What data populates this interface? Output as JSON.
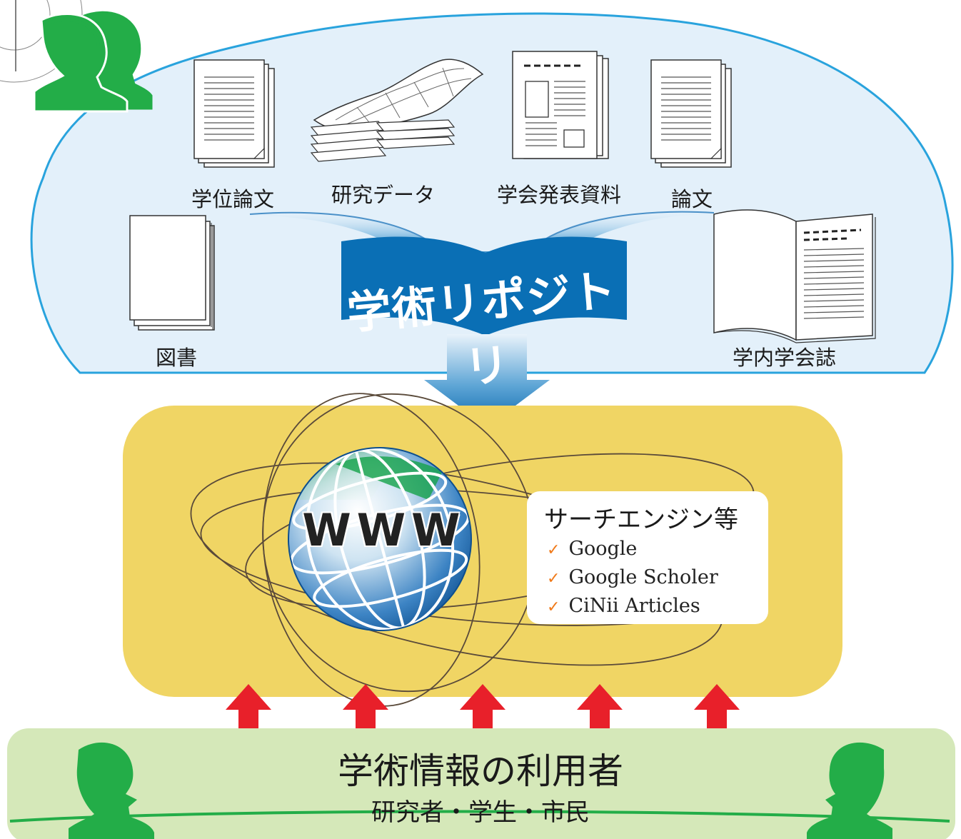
{
  "repository": {
    "title": "学術リポジトリ",
    "items": [
      {
        "label": "学位論文"
      },
      {
        "label": "研究データ"
      },
      {
        "label": "学会発表資料"
      },
      {
        "label": "論文"
      },
      {
        "label": "図書"
      },
      {
        "label": "学内学会誌"
      }
    ]
  },
  "web": {
    "globe_label": "WWW",
    "search_engines": {
      "title": "サーチエンジン等",
      "items": [
        "Google",
        "Google Scholer",
        "CiNii Articles"
      ]
    }
  },
  "users": {
    "title": "学術情報の利用者",
    "subtitle": "研究者・学生・市民"
  },
  "colors": {
    "cloud_fill": "#e3f0fa",
    "cloud_stroke": "#29a3dd",
    "repo_blue": "#0a6fb5",
    "web_panel": "#f0d564",
    "user_band": "#d5e8b9",
    "user_green": "#23ad48",
    "arrow_red": "#e8202a",
    "check_orange": "#f07a1a"
  }
}
